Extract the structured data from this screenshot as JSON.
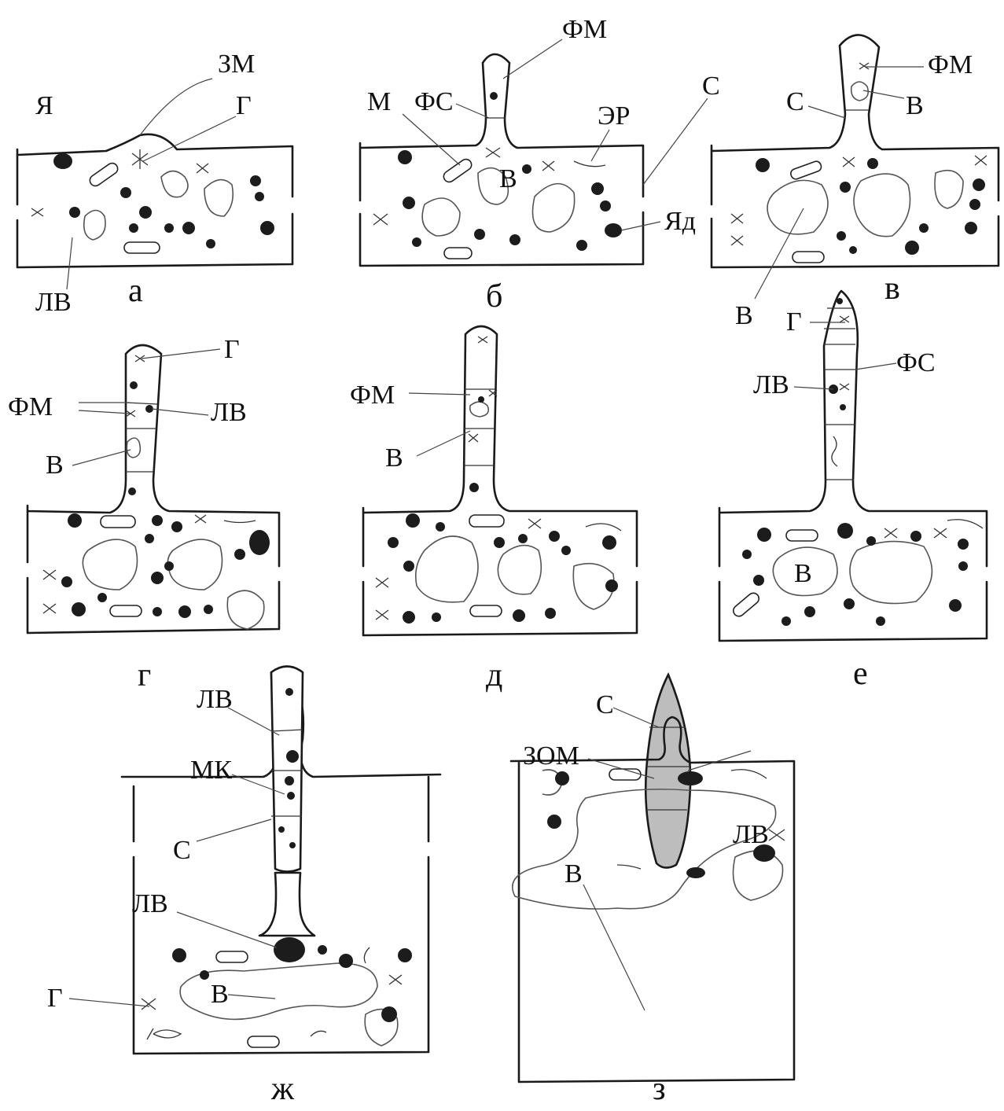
{
  "panels": [
    {
      "id": "a",
      "caption": "а",
      "labels": [
        "Я",
        "ЗМ",
        "Г",
        "ЛВ"
      ]
    },
    {
      "id": "b",
      "caption": "б",
      "labels": [
        "ФМ",
        "М",
        "ФС",
        "ЭР",
        "С",
        "В",
        "Яд"
      ]
    },
    {
      "id": "v",
      "caption": "в",
      "labels": [
        "ФМ",
        "С",
        "В",
        "В"
      ]
    },
    {
      "id": "g",
      "caption": "г",
      "labels": [
        "Г",
        "ФМ",
        "ЛВ",
        "В"
      ]
    },
    {
      "id": "d",
      "caption": "д",
      "labels": [
        "ФМ",
        "В"
      ]
    },
    {
      "id": "e",
      "caption": "е",
      "labels": [
        "Г",
        "ЛВ",
        "ФС",
        "В"
      ]
    },
    {
      "id": "zh",
      "caption": "ж",
      "labels": [
        "ЛВ",
        "МК",
        "С",
        "ЛВ",
        "Г",
        "В"
      ]
    },
    {
      "id": "z",
      "caption": "з",
      "labels": [
        "С",
        "ЗОМ",
        "ЛВ",
        "В"
      ]
    }
  ],
  "colors": {
    "ink": "#1a1a1a",
    "shade": "#bdbdbd",
    "background": "#ffffff"
  }
}
